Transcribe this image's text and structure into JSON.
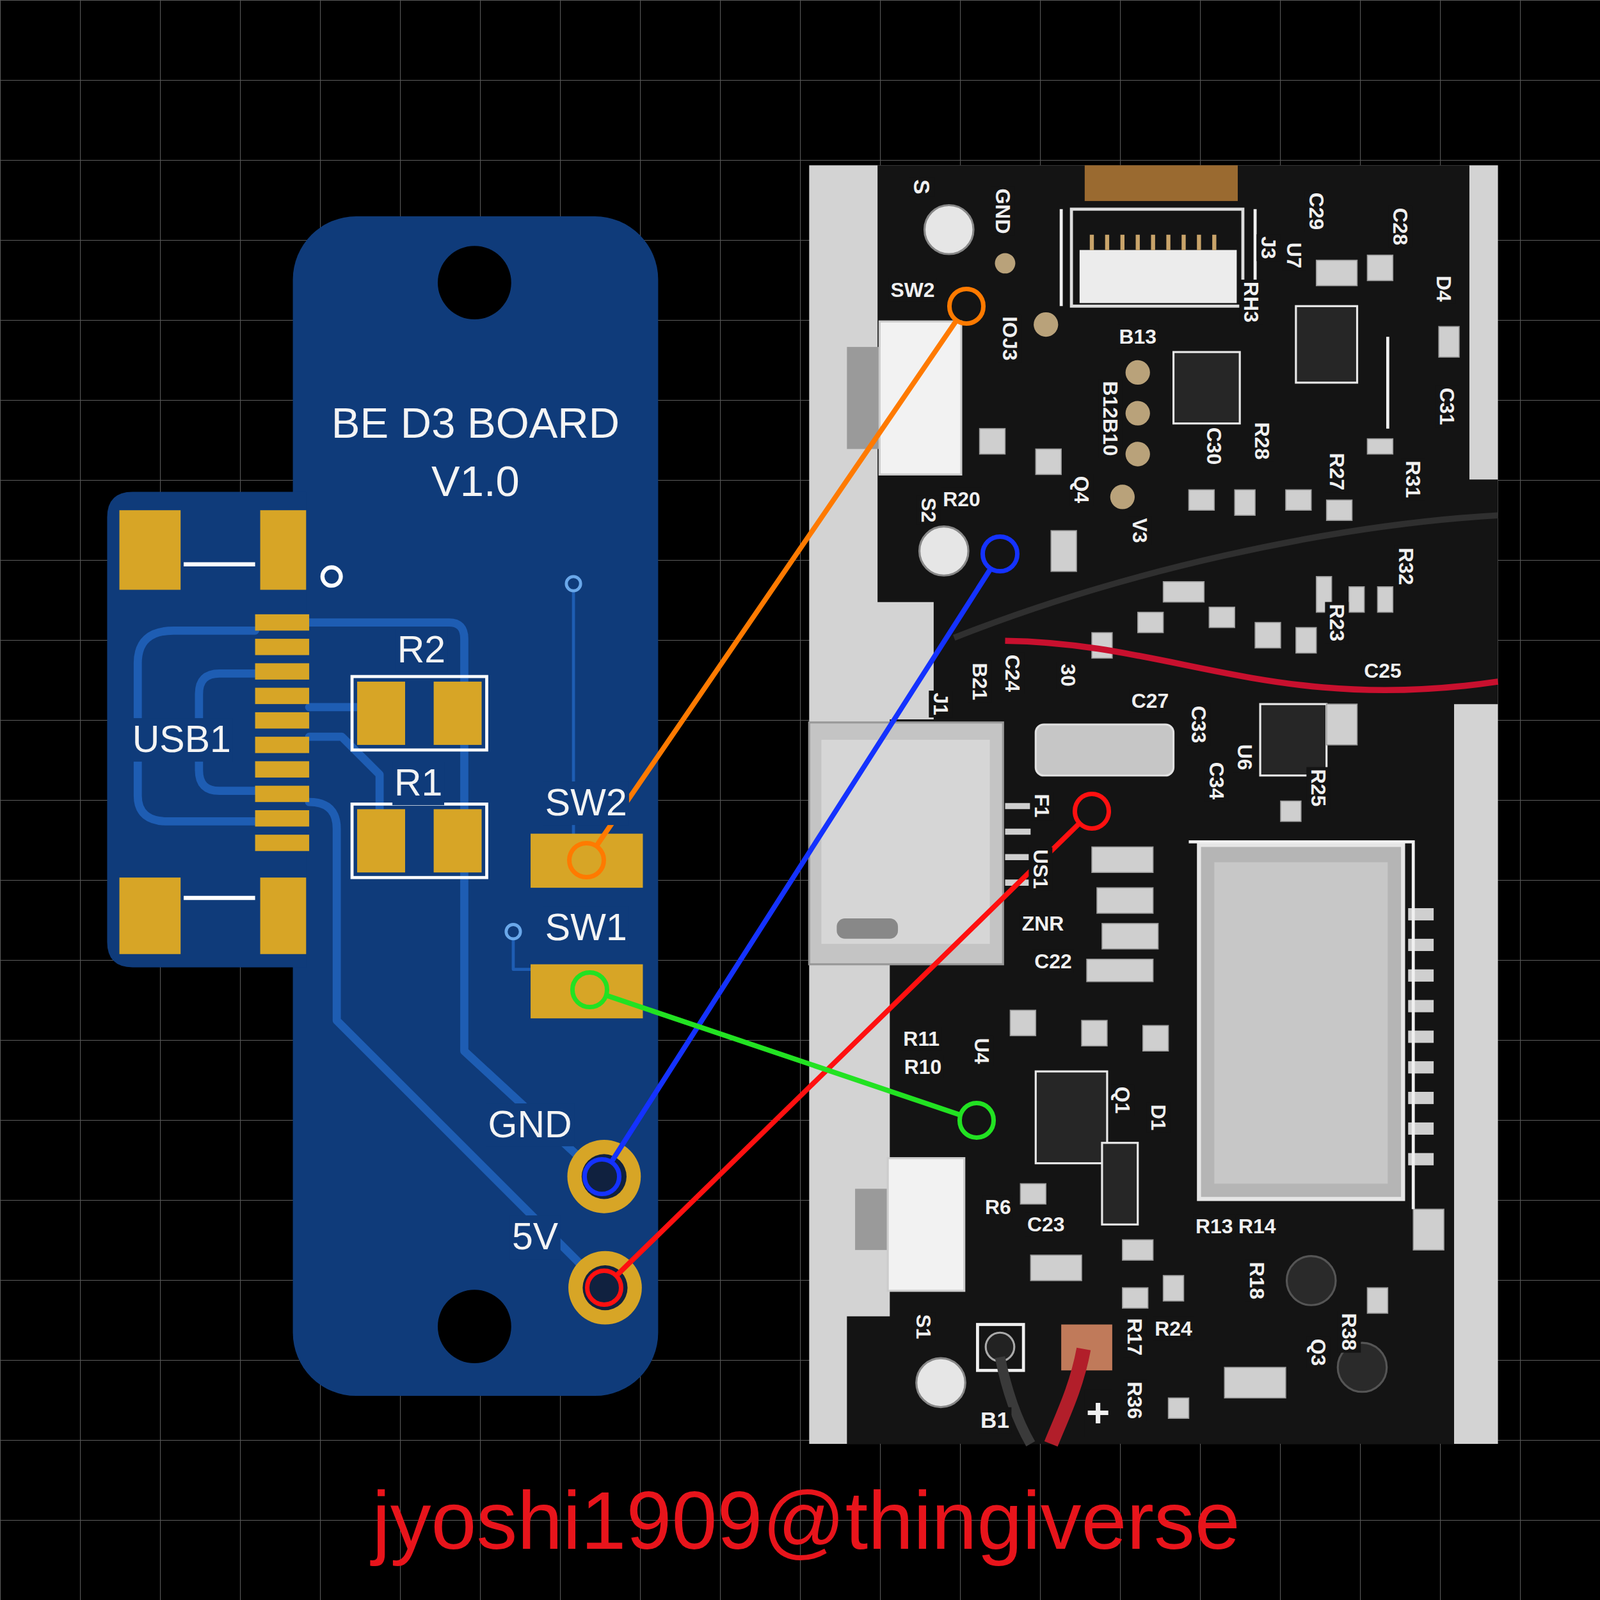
{
  "diagram": {
    "nodes": [
      {
        "text": [
          "BE D3 BOARD V1.0"
        ]
      },
      {
        "text": [
          "SW2"
        ],
        "in": 0
      },
      {
        "text": [
          "SW1"
        ],
        "in": 0
      },
      {
        "text": [
          "GND"
        ],
        "in": 0
      },
      {
        "text": [
          "5V"
        ],
        "in": 0
      },
      {
        "text": [
          "SW2"
        ]
      },
      {
        "text": [
          "R20"
        ]
      },
      {
        "text": [
          "F1"
        ]
      },
      {
        "text": [
          "R10"
        ]
      }
    ],
    "edges": [
      {
        "from": 1,
        "to": 5,
        "arrow": "none"
      },
      {
        "from": 3,
        "to": 6,
        "arrow": "none"
      },
      {
        "from": 4,
        "to": 7,
        "arrow": "none"
      },
      {
        "from": 2,
        "to": 8,
        "arrow": "none"
      }
    ],
    "labels": [
      "USB1",
      "R2",
      "R1",
      "S",
      "GND",
      "C29",
      "J3",
      "U7",
      "C28",
      "D4",
      "RH3",
      "IOJ3",
      "B13",
      "B12B10",
      "C30",
      "R28",
      "C31",
      "R27",
      "R31",
      "Q4",
      "V3",
      "S2",
      "R32",
      "R23",
      "C25",
      "J1",
      "B21",
      "C24",
      "30",
      "C27",
      "C33",
      "C34",
      "U6",
      "R25",
      "US1",
      "ZNR",
      "C22",
      "R11",
      "U4",
      "Q1",
      "D1",
      "R6",
      "C23",
      "R13",
      "R14",
      "R18",
      "R24",
      "R17",
      "R38",
      "Q3",
      "R36",
      "S1",
      "B1",
      "+",
      "jyoshi1909@thingiverse"
    ]
  }
}
